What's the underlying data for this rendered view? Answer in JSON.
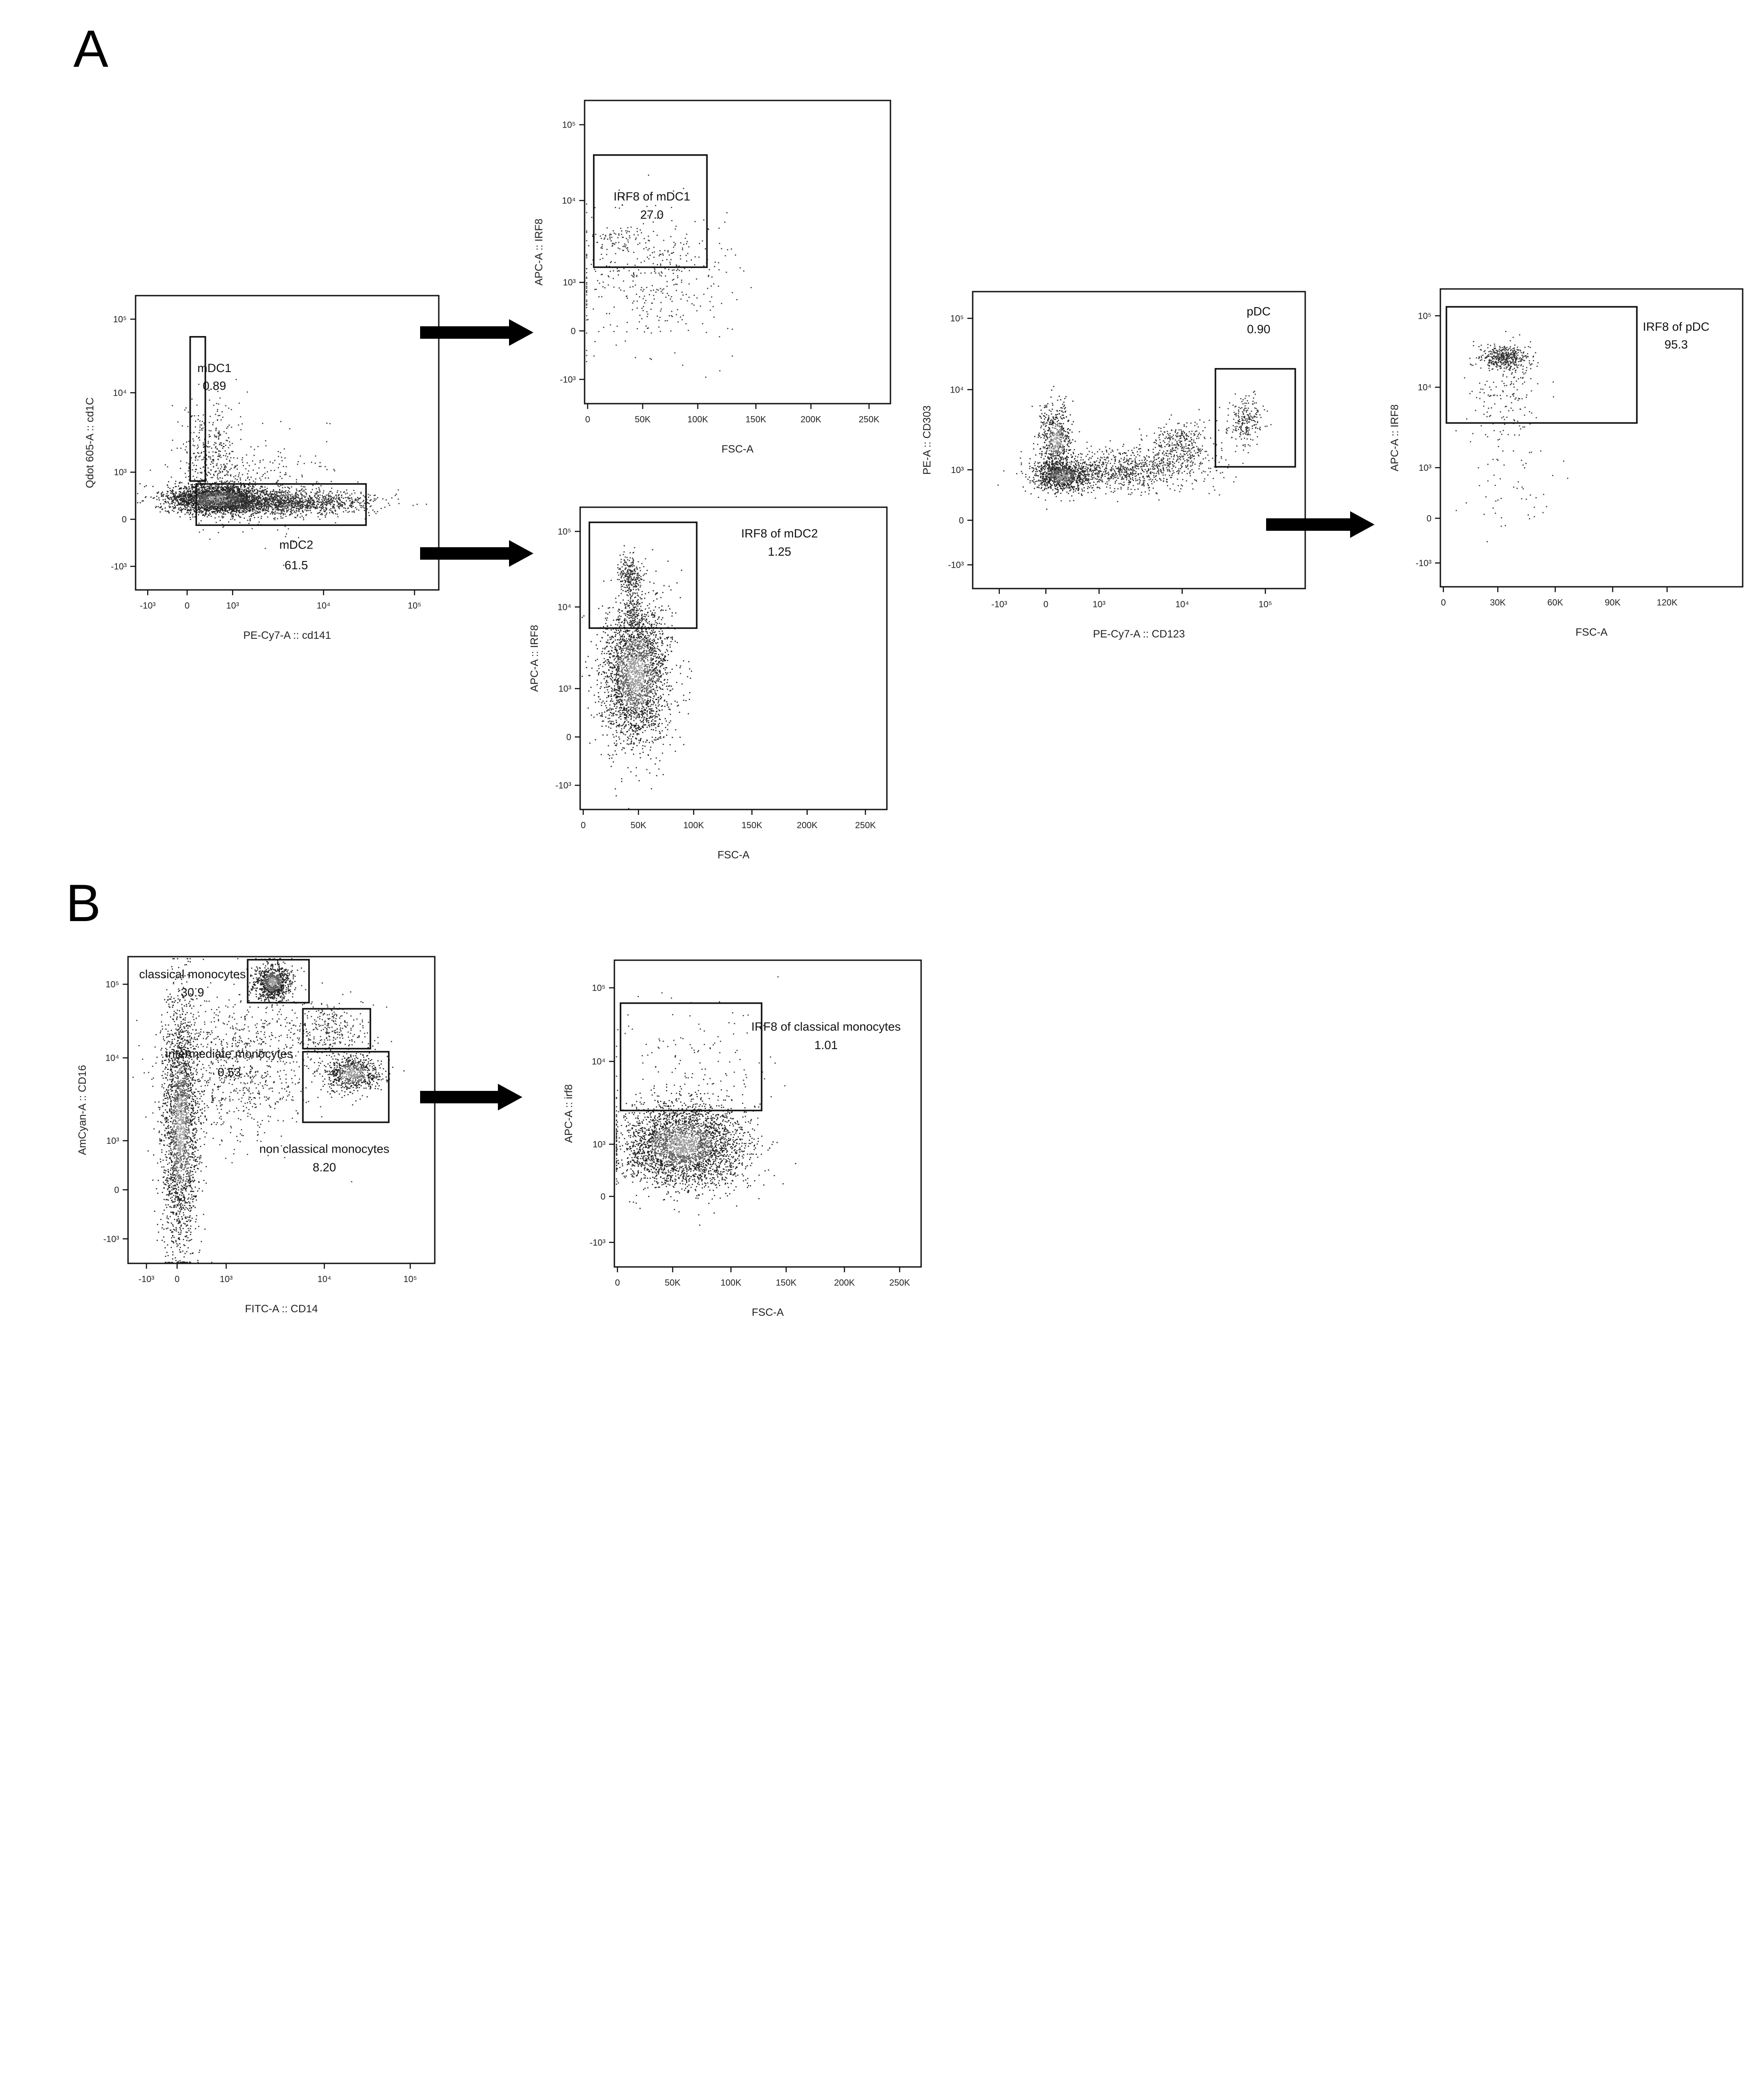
{
  "figure": {
    "panel_letters": [
      "A",
      "B"
    ]
  },
  "chart_data": [
    {
      "id": "p1",
      "panel": "A",
      "type": "scatter",
      "title": "",
      "xlabel": "PE-Cy7-A :: cd141",
      "ylabel": "Qdot 605-A :: cd1C",
      "xscale": "biexponential",
      "yscale": "biexponential",
      "xticks": [
        "-10³",
        "0",
        "10³",
        "10⁴",
        "10⁵"
      ],
      "yticks": [
        "10⁵",
        "10⁴",
        "10³",
        "0",
        "-10³"
      ],
      "gates": [
        {
          "name": "mDC1",
          "value": "0.89"
        },
        {
          "name": "mDC2",
          "value": "61.5"
        }
      ]
    },
    {
      "id": "p2",
      "panel": "A",
      "type": "scatter",
      "title": "",
      "xlabel": "FSC-A",
      "ylabel": "APC-A :: IRF8",
      "xscale": "linear",
      "yscale": "biexponential",
      "xticks": [
        "0",
        "50K",
        "100K",
        "150K",
        "200K",
        "250K"
      ],
      "yticks": [
        "10⁵",
        "10⁴",
        "10³",
        "0",
        "-10³"
      ],
      "gates": [
        {
          "name": "IRF8 of mDC1",
          "value": "27.0"
        }
      ]
    },
    {
      "id": "p3",
      "panel": "A",
      "type": "scatter",
      "title": "",
      "xlabel": "FSC-A",
      "ylabel": "APC-A :: IRF8",
      "xscale": "linear",
      "yscale": "biexponential",
      "xticks": [
        "0",
        "50K",
        "100K",
        "150K",
        "200K",
        "250K"
      ],
      "yticks": [
        "10⁵",
        "10⁴",
        "10³",
        "0",
        "-10³"
      ],
      "gates": [
        {
          "name": "IRF8 of mDC2",
          "value": "1.25"
        }
      ]
    },
    {
      "id": "p4",
      "panel": "A",
      "type": "scatter",
      "title": "",
      "xlabel": "PE-Cy7-A :: CD123",
      "ylabel": "PE-A :: CD303",
      "xscale": "biexponential",
      "yscale": "biexponential",
      "xticks": [
        "-10³",
        "0",
        "10³",
        "10⁴",
        "10⁵"
      ],
      "yticks": [
        "10⁵",
        "10⁴",
        "10³",
        "0",
        "-10³"
      ],
      "gates": [
        {
          "name": "pDC",
          "value": "0.90"
        }
      ]
    },
    {
      "id": "p5",
      "panel": "A",
      "type": "scatter",
      "title": "",
      "xlabel": "FSC-A",
      "ylabel": "APC-A :: IRF8",
      "xscale": "linear",
      "yscale": "biexponential",
      "xticks": [
        "0",
        "30K",
        "60K",
        "90K",
        "120K"
      ],
      "yticks": [
        "10⁵",
        "10⁴",
        "10³",
        "0",
        "-10³"
      ],
      "gates": [
        {
          "name": "IRF8 of pDC",
          "value": "95.3"
        }
      ]
    },
    {
      "id": "p6",
      "panel": "B",
      "type": "scatter",
      "title": "",
      "xlabel": "FITC-A :: CD14",
      "ylabel": "AmCyan-A :: CD16",
      "xscale": "biexponential",
      "yscale": "biexponential",
      "xticks": [
        "-10³",
        "0",
        "10³",
        "10⁴",
        "10⁵"
      ],
      "yticks": [
        "10⁵",
        "10⁴",
        "10³",
        "0",
        "-10³"
      ],
      "gates": [
        {
          "name": "classical monocytes",
          "value": "30.9"
        },
        {
          "name": "intermediate monocytes",
          "value": "0.53"
        },
        {
          "name": "non classical monocytes",
          "value": "8.20"
        }
      ]
    },
    {
      "id": "p7",
      "panel": "B",
      "type": "scatter",
      "title": "",
      "xlabel": "FSC-A",
      "ylabel": "APC-A :: irf8",
      "xscale": "linear",
      "yscale": "biexponential",
      "xticks": [
        "0",
        "50K",
        "100K",
        "150K",
        "200K",
        "250K"
      ],
      "yticks": [
        "10⁵",
        "10⁴",
        "10³",
        "0",
        "-10³"
      ],
      "gates": [
        {
          "name": "IRF8 of classical monocytes",
          "value": "1.01"
        }
      ]
    }
  ]
}
